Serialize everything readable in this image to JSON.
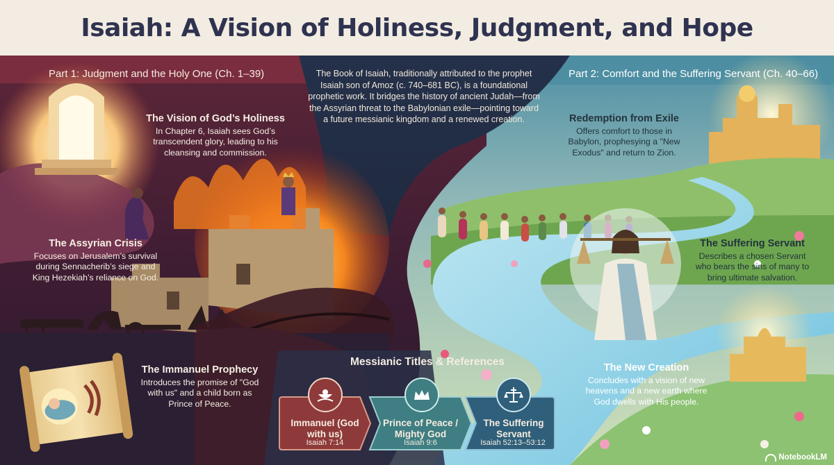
{
  "title": "Isaiah: A Vision of Holiness, Judgment, and Hope",
  "part1": {
    "label": "Part 1:  Judgment and the Holy One (Ch. 1–39)"
  },
  "part2": {
    "label": "Part 2: Comfort and the Suffering Servant (Ch. 40–66)"
  },
  "intro": "The Book of Isaiah, traditionally attributed to the prophet Isaiah son of Amoz (c. 740–681 BC), is a foundational prophetic work. It bridges the history of ancient Judah—from the Assyrian threat to the Babylonian exile—pointing toward a future messianic kingdom and a renewed creation.",
  "sections": {
    "vision": {
      "title": "The Vision of God’s Holiness",
      "body": "In Chapter 6, Isaiah sees God’s transcendent glory, leading to his cleansing and commission."
    },
    "assyrian": {
      "title": "The Assyrian Crisis",
      "body": "Focuses on Jerusalem’s survival during Sennacherib’s siege and King Hezekiah’s reliance on God."
    },
    "immanuel": {
      "title": "The Immanuel Prophecy",
      "body": "Introduces the promise of \"God with us\" and a child born as Prince of Peace."
    },
    "redemption": {
      "title": "Redemption from Exile",
      "body": "Offers comfort to those in Babylon, prophesying a \"New Exodus\" and return to Zion."
    },
    "servant": {
      "title": "The Suffering Servant",
      "body": "Describes a chosen Servant who bears the sins of many to bring ultimate salvation."
    },
    "creation": {
      "title": "The New Creation",
      "body": "Concludes with a vision of new heavens and a new earth where God dwells with His people."
    }
  },
  "messianic": {
    "title": "Messianic Titles & References",
    "cards": [
      {
        "title": "Immanuel (God with us)",
        "ref": "Isaiah 7:14",
        "icon": "cradle-icon",
        "color": "#8e3a3a"
      },
      {
        "title": "Prince of Peace / Mighty God",
        "ref": "Isaiah 9:6",
        "icon": "crown-icon",
        "color": "#3f7e82"
      },
      {
        "title": "The Suffering Servant",
        "ref": "Isaiah 52:13–53:12",
        "icon": "scales-cross-icon",
        "color": "#2f5f7a"
      }
    ]
  },
  "brand": "NotebookLM",
  "colors": {
    "title": "#2f3350",
    "part1": "#7a2d3e",
    "part2": "#4d8ea3",
    "fire": "#e8611c"
  }
}
